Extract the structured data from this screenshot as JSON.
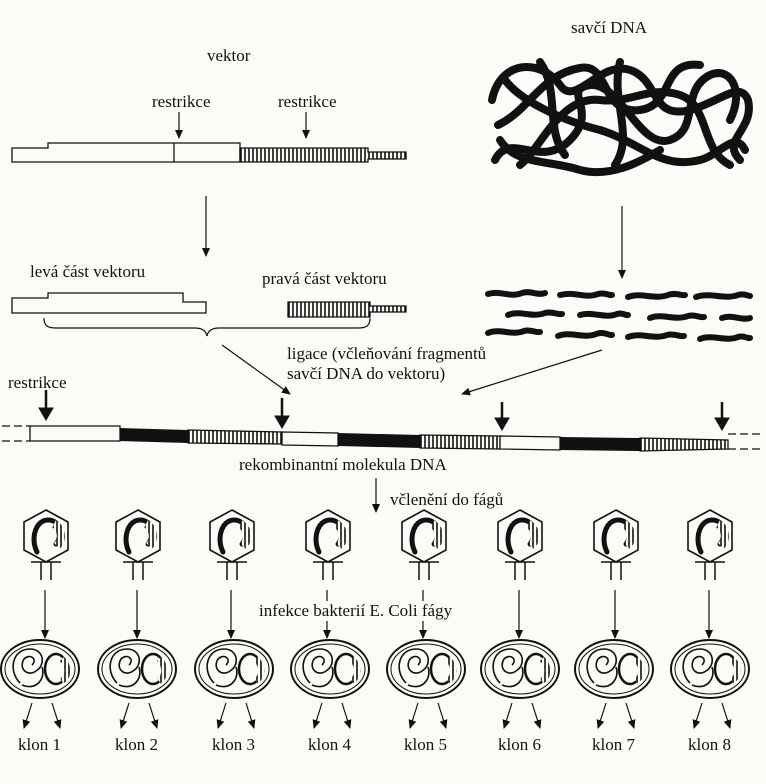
{
  "labels": {
    "vector": "vektor",
    "mammalian_dna": "savčí DNA",
    "restriction_left": "restrikce",
    "restriction_right": "restrikce",
    "left_part": "levá část vektoru",
    "right_part": "pravá část vektoru",
    "ligation": "ligace (včleňování fragmentů\nsavčí DNA do vektoru)",
    "restriction_bottom": "restrikce",
    "recombinant": "rekombinantní molekula DNA",
    "phage_insertion": "včlenění do fágů",
    "infection": "infekce bakterií E. Coli fágy"
  },
  "clones": [
    "klon 1",
    "klon 2",
    "klon 3",
    "klon 4",
    "klon 5",
    "klon 6",
    "klon 7",
    "klon 8"
  ],
  "colors": {
    "ink": "#111111",
    "paper": "#fbfbf8"
  }
}
